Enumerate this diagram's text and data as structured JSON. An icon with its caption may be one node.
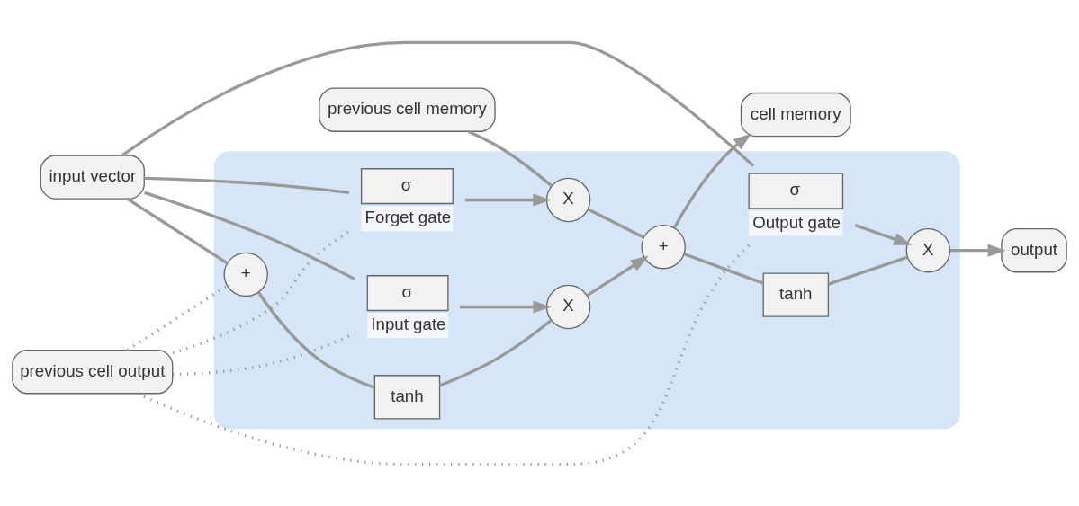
{
  "diagram": {
    "nodes": [
      {
        "text": [],
        "shape": "box"
      },
      {
        "text": [
          "previous cell memory"
        ]
      },
      {
        "text": [
          "previous cell output"
        ]
      },
      {
        "text": [
          "input vector"
        ]
      },
      {
        "text": [
          "cell memory"
        ]
      },
      {
        "text": [
          "output"
        ]
      },
      {
        "text": [
          "X"
        ],
        "in": 0
      },
      {
        "text": [
          "+"
        ],
        "in": 0
      },
      {
        "text": [
          "tanh"
        ],
        "in": 0
      },
      {
        "text": [
          "X"
        ],
        "in": 0
      },
      {
        "text": [
          "X"
        ],
        "in": 0
      },
      {
        "text": [
          "σ"
        ],
        "in": 0,
        "beside": [
          "Forget gate"
        ]
      },
      {
        "text": [
          "σ"
        ],
        "in": 0,
        "beside": [
          "Input gate"
        ]
      },
      {
        "text": [
          "tanh"
        ],
        "in": 0
      },
      {
        "text": [
          "σ"
        ],
        "in": 0,
        "beside": [
          "Output gate"
        ]
      },
      {
        "text": [
          "+"
        ],
        "in": 0
      }
    ],
    "edges": [
      {
        "from": 1,
        "to": 6,
        "arrow": "none"
      },
      {
        "from": 6,
        "to": 7,
        "arrow": "none"
      },
      {
        "from": 7,
        "to": 4,
        "arrow": "to"
      },
      {
        "from": 7,
        "to": 8,
        "arrow": "none"
      },
      {
        "from": 8,
        "to": 9,
        "arrow": "none"
      },
      {
        "from": 11,
        "to": 6,
        "arrow": "to"
      },
      {
        "from": 12,
        "to": 10,
        "arrow": "to"
      },
      {
        "from": 13,
        "to": 10,
        "arrow": "none"
      },
      {
        "from": 10,
        "to": 7,
        "arrow": "to"
      },
      {
        "from": 14,
        "to": 9,
        "arrow": "to"
      },
      {
        "from": 9,
        "to": 5,
        "arrow": "to"
      },
      {
        "from": 15,
        "to": 13,
        "arrow": "none"
      },
      {
        "from": 2,
        "to": 11,
        "arrow": "none",
        "style": "dashed"
      },
      {
        "from": 2,
        "to": 12,
        "arrow": "none",
        "style": "dashed"
      },
      {
        "from": 2,
        "to": 15,
        "arrow": "none",
        "style": "dashed"
      },
      {
        "from": 2,
        "to": 14,
        "arrow": "none",
        "style": "dashed"
      },
      {
        "from": 3,
        "to": 11,
        "arrow": "none"
      },
      {
        "from": 3,
        "to": 12,
        "arrow": "none"
      },
      {
        "from": 3,
        "to": 15,
        "arrow": "none"
      },
      {
        "from": 3,
        "to": 14,
        "arrow": "none"
      }
    ]
  }
}
